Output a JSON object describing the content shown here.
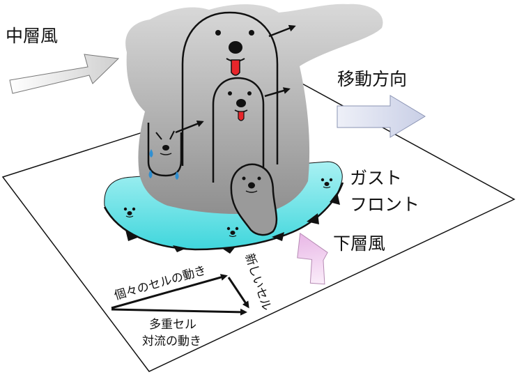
{
  "labels": {
    "mid_level_wind": "中層風",
    "movement_direction": "移動方向",
    "gust_front_line1": "ガスト",
    "gust_front_line2": "フロント",
    "low_level_wind": "下層風",
    "individual_cell_motion": "個々のセルの動き",
    "new_cell": "新しいセル",
    "multicell_line1": "多重セル",
    "multicell_line2": "対流の動き"
  },
  "colors": {
    "cloud": "#8f8f8f",
    "cloud_light": "#d9d9d9",
    "gust_pool": "#3fd6dc",
    "gust_pool_light": "#a9f1f3",
    "arrow_mid_wind": "#e8e8e8",
    "arrow_movement": "#d7dced",
    "arrow_low_wind": "#f0c8ee",
    "ink": "#111111",
    "tongue": "#e8262b",
    "tear": "#2f8fd1"
  },
  "icons": {
    "cell_mascot": "seal-face-icon",
    "pool_mascot": "seal-face-small-icon"
  }
}
